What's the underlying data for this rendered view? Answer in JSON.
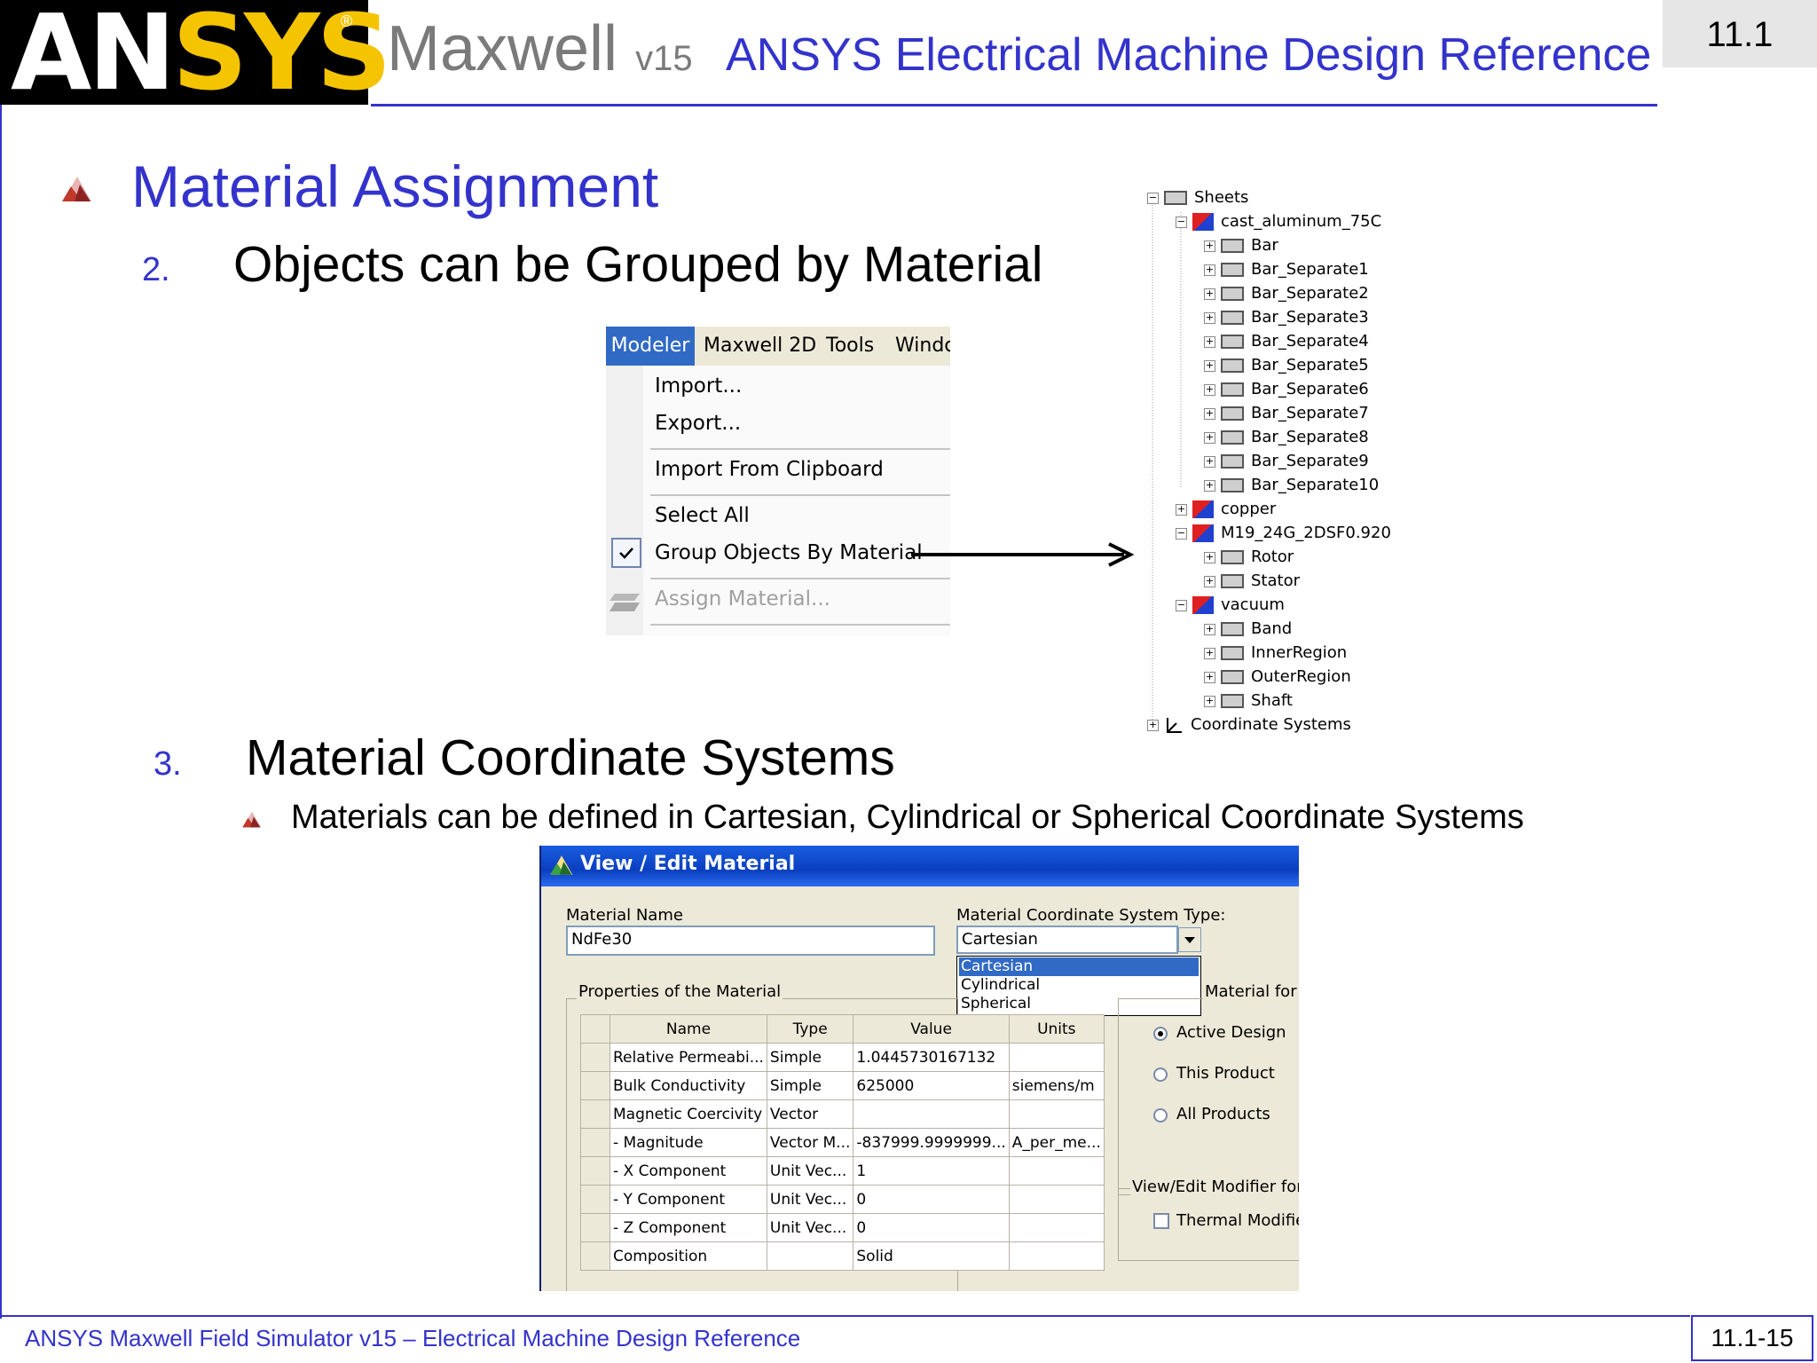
{
  "header": {
    "logo_text": "ANSYS",
    "logo_reg": "®",
    "product": "Maxwell",
    "product_version": "v15",
    "title": "ANSYS Electrical Machine Design Reference",
    "section": "11.1"
  },
  "main": {
    "title": "Material Assignment",
    "items": [
      {
        "number": "2.",
        "heading": "Objects can be Grouped by Material"
      },
      {
        "number": "3.",
        "heading": "Material Coordinate Systems",
        "bullet": "Materials can be defined in Cartesian, Cylindrical or Spherical Coordinate Systems"
      }
    ]
  },
  "menu": {
    "bar": [
      "Modeler",
      "Maxwell 2D",
      "Tools",
      "Windc"
    ],
    "items": [
      {
        "label": "Import...",
        "enabled": true
      },
      {
        "label": "Export...",
        "enabled": true
      },
      {
        "label": "Import From Clipboard",
        "enabled": true
      },
      {
        "label": "Select All",
        "enabled": true
      },
      {
        "label": "Group Objects By Material",
        "enabled": true,
        "checked": true
      },
      {
        "label": "Assign Material...",
        "enabled": false
      }
    ]
  },
  "tree": {
    "root": "Sheets",
    "materials": [
      {
        "name": "cast_aluminum_75C",
        "expanded": true,
        "objects": [
          "Bar",
          "Bar_Separate1",
          "Bar_Separate2",
          "Bar_Separate3",
          "Bar_Separate4",
          "Bar_Separate5",
          "Bar_Separate6",
          "Bar_Separate7",
          "Bar_Separate8",
          "Bar_Separate9",
          "Bar_Separate10"
        ]
      },
      {
        "name": "copper",
        "expanded": false,
        "objects": []
      },
      {
        "name": "M19_24G_2DSF0.920",
        "expanded": true,
        "objects": [
          "Rotor",
          "Stator"
        ]
      },
      {
        "name": "vacuum",
        "expanded": true,
        "objects": [
          "Band",
          "InnerRegion",
          "OuterRegion",
          "Shaft"
        ]
      }
    ],
    "coordinate_systems": "Coordinate Systems"
  },
  "dialog": {
    "title": "View / Edit Material",
    "material_name_label": "Material Name",
    "material_name_value": "NdFe30",
    "coord_type_label": "Material Coordinate System Type:",
    "coord_type_value": "Cartesian",
    "coord_options": [
      "Cartesian",
      "Cylindrical",
      "Spherical"
    ],
    "properties_label": "Properties of the Material",
    "columns": [
      "Name",
      "Type",
      "Value",
      "Units"
    ],
    "rows": [
      [
        "Relative Permeabi...",
        "Simple",
        "1.0445730167132",
        ""
      ],
      [
        "Bulk Conductivity",
        "Simple",
        "625000",
        "siemens/m"
      ],
      [
        "Magnetic Coercivity",
        "Vector",
        "",
        ""
      ],
      [
        "- Magnitude",
        "Vector M...",
        "-837999.9999999...",
        "A_per_me..."
      ],
      [
        "- X Component",
        "Unit Vec...",
        "1",
        ""
      ],
      [
        "- Y Component",
        "Unit Vec...",
        "0",
        ""
      ],
      [
        "- Z Component",
        "Unit Vec...",
        "0",
        ""
      ],
      [
        "Composition",
        "",
        "Solid",
        ""
      ]
    ],
    "material_for_label": "Material for",
    "material_for_options": [
      "Active Design",
      "This Product",
      "All Products"
    ],
    "modifier_label": "View/Edit Modifier for",
    "thermal_modifier": "Thermal Modifier"
  },
  "footer": {
    "text": "ANSYS Maxwell Field Simulator v15 – Electrical Machine Design Reference",
    "page": "11.1-15"
  },
  "colors": {
    "accent": "#3333cc",
    "logo_yellow": "#f5c400",
    "menu_highlight": "#316ac5"
  }
}
